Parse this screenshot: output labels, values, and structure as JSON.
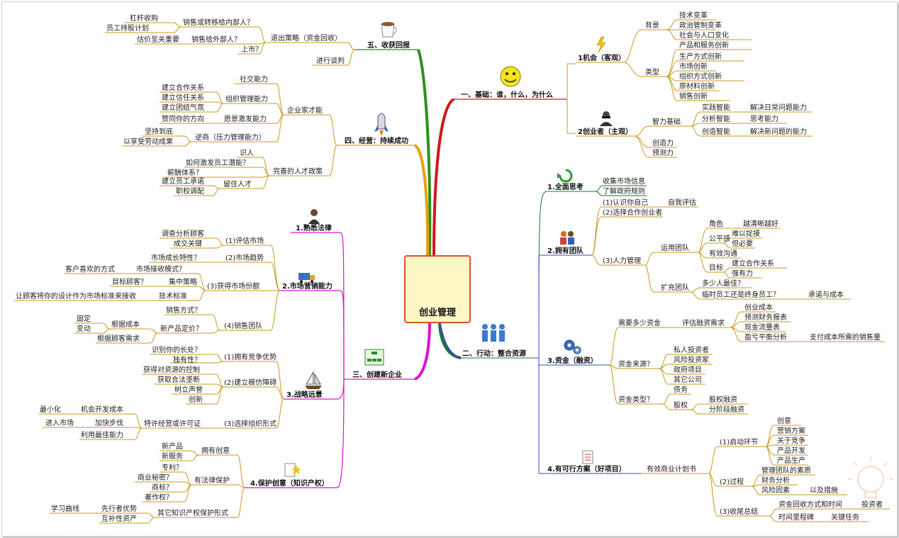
{
  "center": {
    "title": "创业管理"
  },
  "top_right": {
    "title": "一、基础：谁，什么，为什么",
    "opportunity": {
      "title": "1机会（客观）",
      "background": {
        "label": "背景",
        "items": [
          "技术变革",
          "政治管制变革",
          "社会与人口变化"
        ]
      },
      "types": {
        "label": "类型",
        "items": [
          "产品和服务创新",
          "生产方式创新",
          "市场创新",
          "组织方式创新",
          "原材料创新",
          "销售创新"
        ]
      }
    },
    "entrepreneur": {
      "title": "2创业者（主观）",
      "intel": {
        "label": "智力基础",
        "items": [
          [
            "实践智能",
            "解决日常问题能力"
          ],
          [
            "分析智能",
            "思考能力"
          ],
          [
            "创造智能",
            "解决新问题的能力"
          ]
        ]
      },
      "others": [
        "创造力",
        "预测力"
      ]
    }
  },
  "bottom_right": {
    "title": "二、行动：整合资源",
    "think": {
      "title": "1.全面思考",
      "items": [
        "收集市场信息",
        "了解政府规则"
      ]
    },
    "team": {
      "title": "2.拥有团队",
      "s1": "(1)认识你自己",
      "s1_child": "自我评估",
      "s2": "(2)选择合作创业者",
      "s3": "(3)人力管理",
      "use": "运用团队",
      "role": "角色",
      "role_v": "越清晰越好",
      "fair": "公平感",
      "fair_v": [
        "难以捉摸",
        "但必要"
      ],
      "comm": "有效沟通",
      "goal": "目标",
      "goal_v": [
        "建立合作关系",
        "强有力"
      ],
      "expand": "扩充团队",
      "exp_items": [
        "多少人最佳？",
        "临时员工还是终身员工？"
      ],
      "exp_child": "承诺与成本"
    },
    "fund": {
      "title": "3.资金（融资）",
      "need": "需要多少资金",
      "eval": "评估融资需求",
      "eval_items": [
        "创业成本",
        "预测财务报表",
        "现金流量表",
        "盈亏平衡分析"
      ],
      "breakeven_child": "支付成本所需的销售量",
      "source": "资金来源？",
      "sources": [
        "私人投资者",
        "风险投资家",
        "政府项目",
        "其它公司"
      ],
      "type": "资金类型？",
      "debt": "债务",
      "equity": "股权",
      "equity_items": [
        "股权融资",
        "分阶段融资"
      ]
    },
    "plan": {
      "title": "4.有可行方案（好项目）",
      "bp": "有效商业计划书",
      "start": "(1)启动环节",
      "start_items": [
        "创意",
        "营销方案",
        "关于竞争",
        "产品开发",
        "产品生产"
      ],
      "process": "(2)过程",
      "process_items": [
        "管理团队的素质",
        "财务分析",
        "风险因素"
      ],
      "risk_child": "以及措施",
      "close": "(3)收尾总结",
      "close_items": [
        "资金回收方式和时间",
        "时间里程碑"
      ],
      "close_children": [
        "投资者",
        "关键任务"
      ]
    }
  },
  "top_left_5": {
    "title": "五、收获回报",
    "exit": "退出策略（资金回收）",
    "sell_in": "销售或转移给内部人？",
    "sell_in_items": [
      "杠杆收购",
      "员工持股计划"
    ],
    "sell_out": "销售给外部人？",
    "sell_out_child": "估价至关重要",
    "ipo": "上市？",
    "negotiate": "进行谈判"
  },
  "top_left_4": {
    "title": "四、经营：持续成功",
    "talent": "企业家才能",
    "social": "社交能力",
    "org": "组织管理能力",
    "org_items": [
      "建立合作关系",
      "建立信任关系",
      "建立团结气氛"
    ],
    "vision": "愿景激发能力",
    "vision_child": "赞同你的方向",
    "adversity": "逆商（压力管理能力）",
    "adversity_items": [
      "坚持到底",
      "以享受劳动成果"
    ],
    "hr": "完善的人才政策",
    "know": "识人",
    "motivate": "如何激发员工潜能？",
    "pay": "薪酬体系？",
    "retain": "留住人才",
    "retain_items": [
      "建立员工承诺",
      "职权调配"
    ]
  },
  "bottom_left": {
    "title": "三、创建新企业",
    "law": "1.熟悉法律",
    "market": {
      "title": "2.市场营销能力",
      "s1": "(1)评估市场",
      "s1_items": [
        "调查分析顾客",
        "成交关键"
      ],
      "s2": "(2)市场趋势",
      "s2_child": "市场成长特性？",
      "s3": "(3)获得市场份额",
      "accept": "市场接收模式？",
      "accept_child": "客户喜欢的方式",
      "focus": "集中策略",
      "focus_child": "目标顾客？",
      "standard": "技术标准",
      "standard_child": "让顾客将你的设计作为市场标准来接收",
      "s4": "(4)销售团队",
      "sales_way": "销售方式？",
      "pricing": "新产品定价？",
      "cost": "根据成本",
      "cost_items": [
        "固定",
        "变动"
      ],
      "demand": "根据顾客需求"
    },
    "strategy": {
      "title": "3.战略远景",
      "s1": "(1)拥有竞争优势",
      "s1_items": [
        "识别你的长处？",
        "独有性？"
      ],
      "s2": "(2)建立模仿障碍",
      "s2_items": [
        "获得对资源的控制",
        "获取合法垄断",
        "树立声誉",
        "创新"
      ],
      "s3": "(3)选择组织形式",
      "franchise": "特许经营或许可证",
      "fr_items": [
        [
          "机会开发成本",
          "最小化"
        ],
        [
          "加快步伐",
          "进入市场"
        ],
        [
          "利用最佳能力",
          ""
        ]
      ]
    },
    "ip": {
      "title": "4.保护创意（知识产权）",
      "own": "拥有创意",
      "own_items": [
        "新产品",
        "新服务"
      ],
      "legal": "有法律保护",
      "legal_items": [
        "专利？",
        "商业秘密？",
        "商标？",
        "著作权？"
      ],
      "other": "其它知识产权保护形式",
      "first": "先行者优势",
      "first_child": "学习曲线",
      "comp": "互补性资产"
    }
  }
}
